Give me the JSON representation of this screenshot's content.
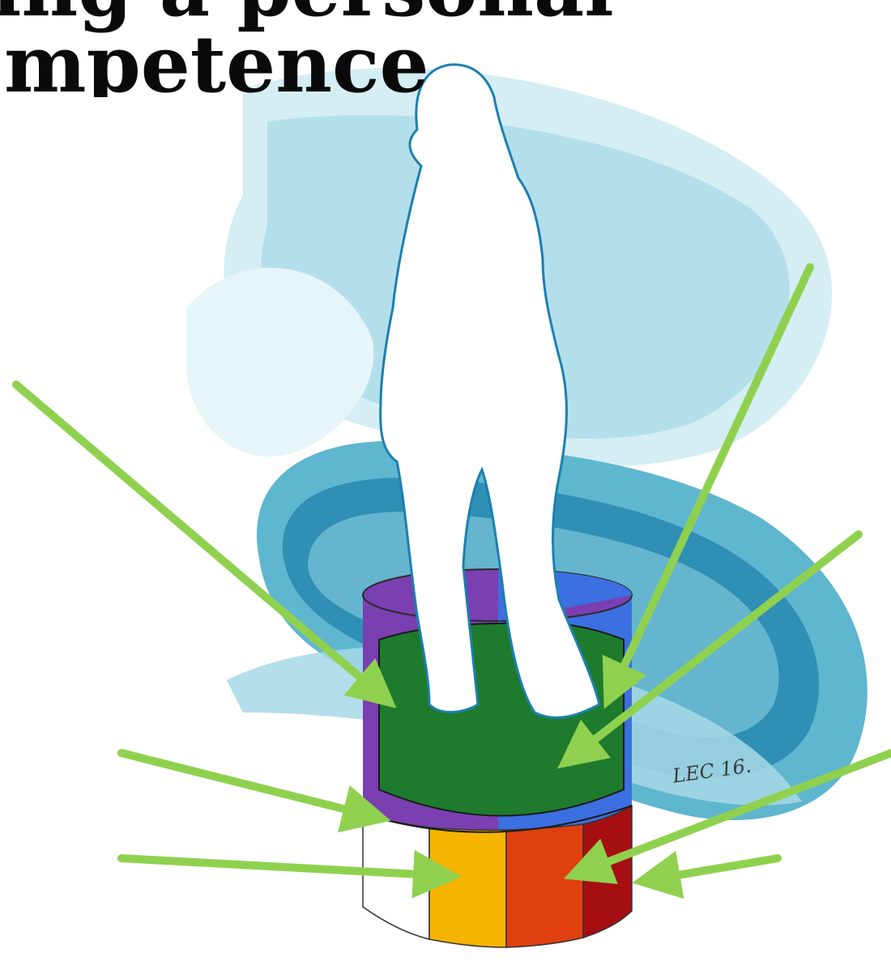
{
  "title": {
    "line1": "ing a personal",
    "line2": "mpetence"
  },
  "signature": "LEC 16.",
  "colors": {
    "arrow": "#8fd14f",
    "stroke_light": "#bfe6ee",
    "stroke_mid": "#5fb6cf",
    "stroke_dark": "#1f7aa0",
    "silhouette_outline": "#1d7fb0",
    "purple": "#7a3fb0",
    "blue": "#3c6fe0",
    "green": "#1e7a2c",
    "white": "#ffffff",
    "yellow": "#f5b400",
    "orange": "#e0400f",
    "dark_red": "#a50f12"
  },
  "pedestal_segments": [
    {
      "name": "purple-segment",
      "color": "purple"
    },
    {
      "name": "blue-segment",
      "color": "blue"
    },
    {
      "name": "green-segment",
      "color": "green"
    },
    {
      "name": "white-segment",
      "color": "white"
    },
    {
      "name": "yellow-segment",
      "color": "yellow"
    },
    {
      "name": "orange-segment",
      "color": "orange"
    },
    {
      "name": "dark-red-segment",
      "color": "dark_red"
    }
  ]
}
